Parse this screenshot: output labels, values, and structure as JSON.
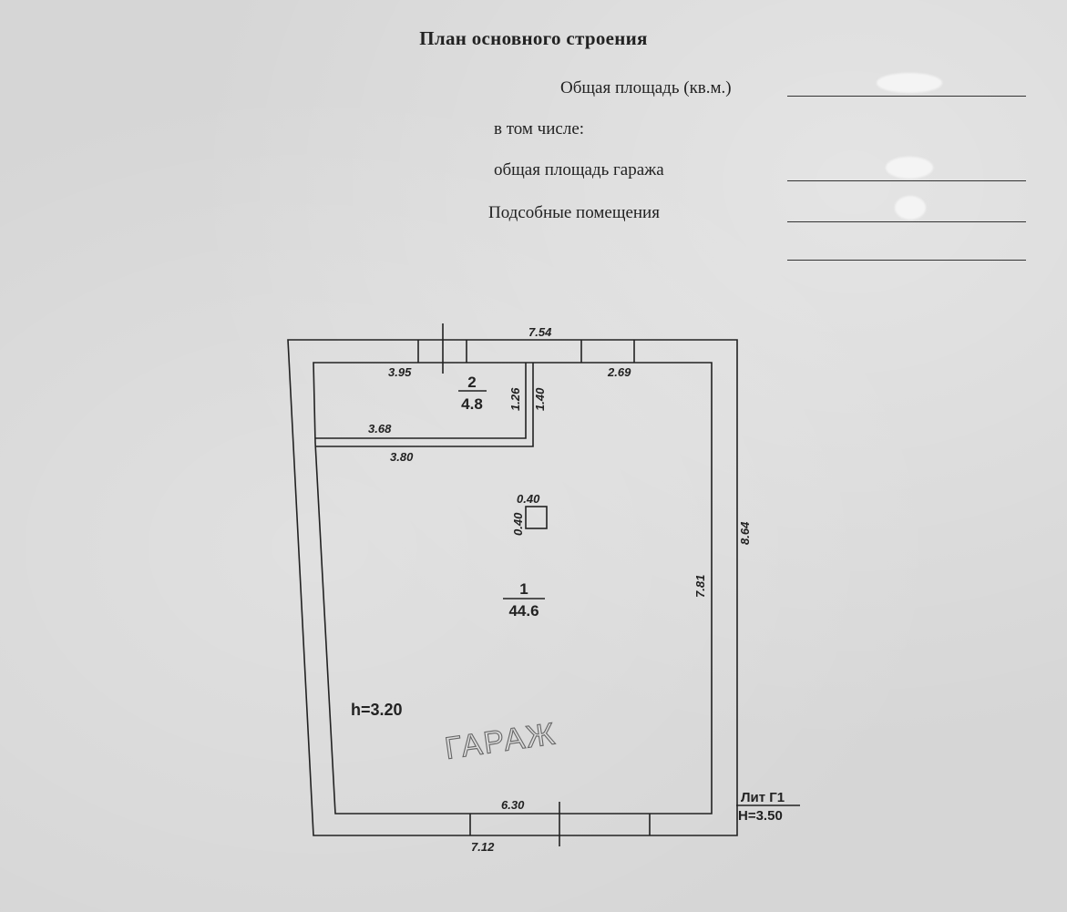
{
  "header": {
    "title": "План основного строения",
    "total_area_label": "Общая площадь (кв.м.)",
    "including_label": "в том числе:",
    "garage_area_label": "общая площадь гаража",
    "auxiliary_label": "Подсобные помещения"
  },
  "plan": {
    "dimensions": {
      "outer_top": "7.54",
      "inner_top_left": "3.95",
      "inner_top_right": "2.69",
      "room2_height_inner": "1.26",
      "room2_height_outer": "1.40",
      "partition_top": "3.68",
      "partition_bottom": "3.80",
      "column_width": "0.40",
      "column_depth": "0.40",
      "outer_right": "8.64",
      "inner_right": "7.81",
      "inner_bottom": "6.30",
      "outer_bottom": "7.12"
    },
    "rooms": [
      {
        "number": "2",
        "area": "4.8"
      },
      {
        "number": "1",
        "area": "44.6"
      }
    ],
    "ceiling_height": "h=3.20",
    "handwritten_note": "ГАРАЖ",
    "stamp": {
      "lit": "Лит Г1",
      "height": "Н=3.50"
    }
  }
}
